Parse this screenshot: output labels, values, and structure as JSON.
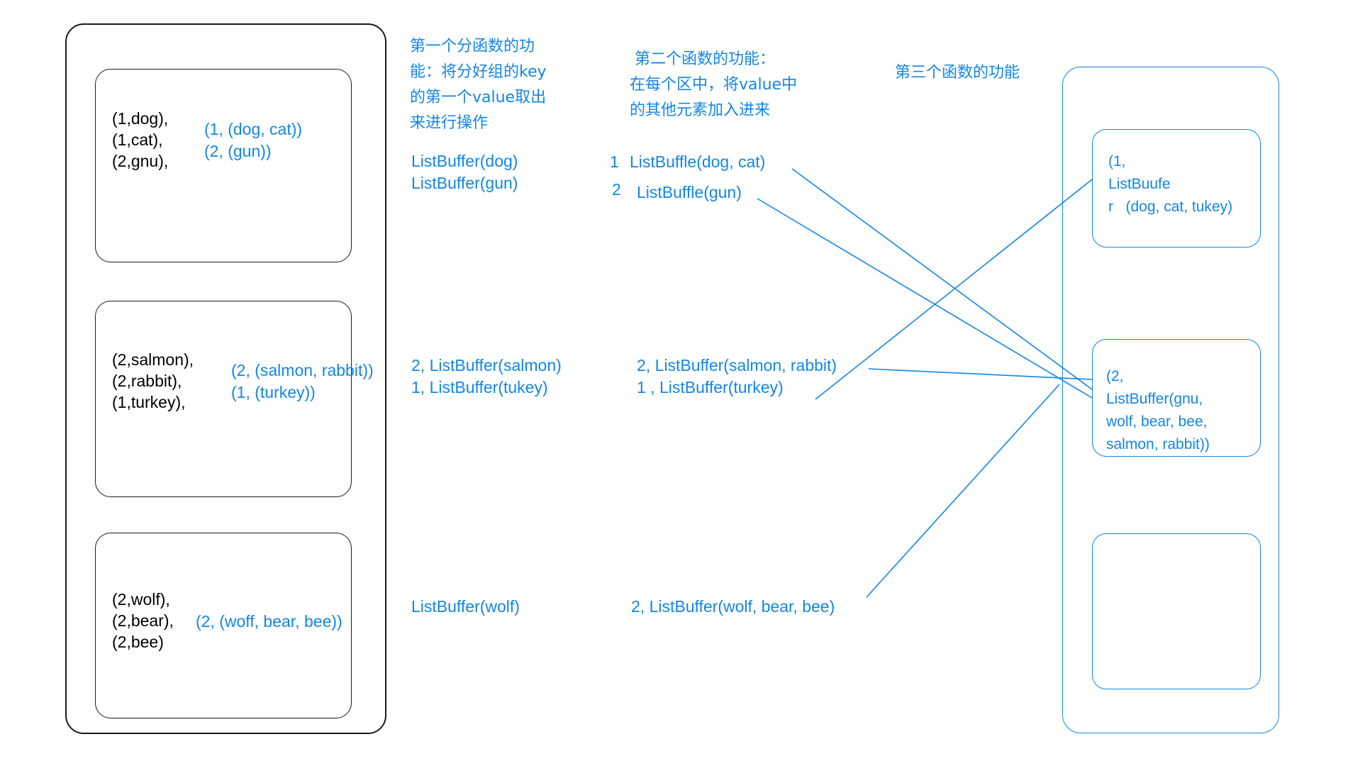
{
  "diagram": {
    "title_notes": {
      "note1": "第一个分函数的功\n能：将分好组的key\n的第一个value取出\n来进行操作",
      "note2": " 第二个函数的功能：\n在每个区中，将value中\n的其他元素加入进来",
      "note3": "第三个函数的功能"
    },
    "colors": {
      "blue": "#1286e8",
      "black": "#000000"
    },
    "left_groups": [
      {
        "pairs": "(1,dog),\n(1,cat),\n(2,gnu),",
        "tuples": "(1, (dog, cat))\n(2, (gun))"
      },
      {
        "pairs": "(2,salmon),\n(2,rabbit),\n(1,turkey),",
        "tuples": "(2, (salmon, rabbit))\n(1, (turkey))"
      },
      {
        "pairs": "(2,wolf),\n(2,bear),\n(2,bee)",
        "tuples": "(2, (woff, bear, bee))"
      }
    ],
    "column2": {
      "block1": "ListBuffer(dog)\nListBuffer(gun)",
      "block2": "2, ListBuffer(salmon)\n1, ListBuffer(tukey)",
      "block3": "ListBuffer(wolf)"
    },
    "column3": {
      "index1": "1",
      "line1": "ListBuffle(dog, cat)",
      "index2": "2",
      "line2": "ListBuffle(gun)",
      "block2": "2, ListBuffer(salmon, rabbit)\n1 , ListBuffer(turkey)",
      "block3": "2, ListBuffer(wolf, bear, bee)"
    },
    "output_boxes": [
      {
        "text": "(1,\nListBuufe\nr   (dog, cat, tukey)"
      },
      {
        "text": "(2,\nListBuffer(gnu,\nwolf, bear, bee,\nsalmon, rabbit))"
      },
      {
        "text": ""
      }
    ]
  }
}
